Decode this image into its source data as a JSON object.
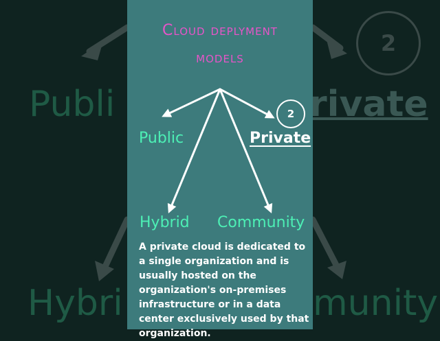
{
  "title_line1": "Cloud deplyment",
  "title_line2": "models",
  "nodes": {
    "public": "Public",
    "private": "Private",
    "hybrid": "Hybrid",
    "community": "Community"
  },
  "selected_node": "private",
  "badge_number": "2",
  "description": "A private cloud is dedicated to a single organization and is usually hosted on the organization's on-premises infrastructure or in a data center exclusively used by that organization.",
  "background": {
    "public_partial": "Publi",
    "private_partial": "rivate",
    "hybrid_partial": "Hybri",
    "community_partial": "munity",
    "badge_number": "2"
  },
  "colors": {
    "card": "#3d7b7c",
    "title": "#e655c8",
    "node": "#4df0b5",
    "text": "#ffffff",
    "backdrop": "#0f2320"
  }
}
